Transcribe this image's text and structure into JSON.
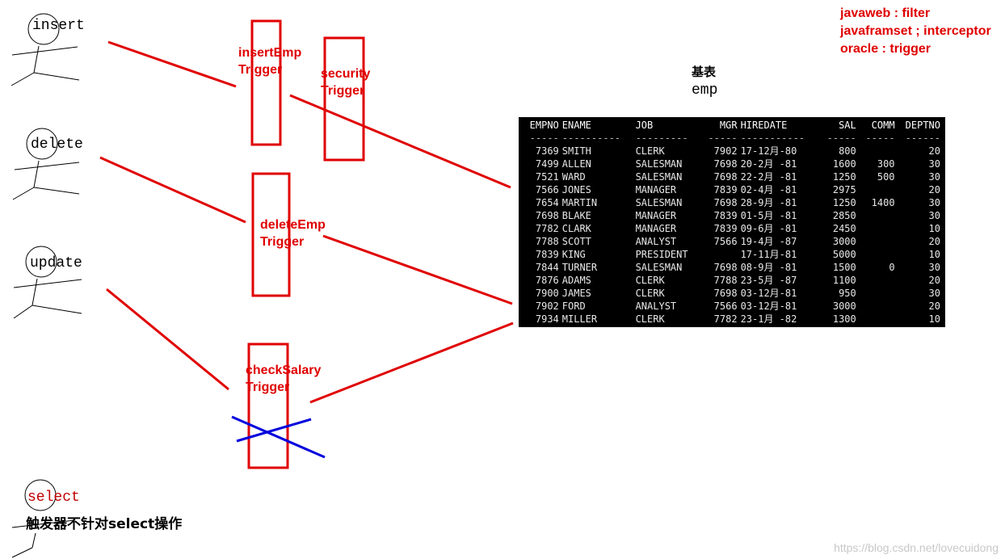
{
  "actors": {
    "insert": "insert",
    "delete": "delete",
    "update": "update",
    "select": "select"
  },
  "triggers": {
    "insert_emp": [
      "insertEmp",
      "Trigger"
    ],
    "security": [
      "security",
      "Trigger"
    ],
    "delete_emp": [
      "deleteEmp",
      "Trigger"
    ],
    "check_salary": [
      "checkSalary",
      "Trigger"
    ]
  },
  "notes": {
    "line1": "javaweb : filter",
    "line2": "javaframset ; interceptor",
    "line3": "oracle : trigger"
  },
  "base_table": {
    "title": "基表",
    "name": "emp"
  },
  "emp": {
    "columns": [
      "EMPNO",
      "ENAME",
      "JOB",
      "MGR",
      "HIREDATE",
      "SAL",
      "COMM",
      "DEPTNO"
    ],
    "dashes": [
      "-----",
      "----------",
      "---------",
      "-----",
      "-----------",
      "-----",
      "-----",
      "------"
    ],
    "rows": [
      [
        "7369",
        "SMITH",
        "CLERK",
        "7902",
        "17-12月-80",
        "800",
        "",
        "20"
      ],
      [
        "7499",
        "ALLEN",
        "SALESMAN",
        "7698",
        "20-2月 -81",
        "1600",
        "300",
        "30"
      ],
      [
        "7521",
        "WARD",
        "SALESMAN",
        "7698",
        "22-2月 -81",
        "1250",
        "500",
        "30"
      ],
      [
        "7566",
        "JONES",
        "MANAGER",
        "7839",
        "02-4月 -81",
        "2975",
        "",
        "20"
      ],
      [
        "7654",
        "MARTIN",
        "SALESMAN",
        "7698",
        "28-9月 -81",
        "1250",
        "1400",
        "30"
      ],
      [
        "7698",
        "BLAKE",
        "MANAGER",
        "7839",
        "01-5月 -81",
        "2850",
        "",
        "30"
      ],
      [
        "7782",
        "CLARK",
        "MANAGER",
        "7839",
        "09-6月 -81",
        "2450",
        "",
        "10"
      ],
      [
        "7788",
        "SCOTT",
        "ANALYST",
        "7566",
        "19-4月 -87",
        "3000",
        "",
        "20"
      ],
      [
        "7839",
        "KING",
        "PRESIDENT",
        "",
        "17-11月-81",
        "5000",
        "",
        "10"
      ],
      [
        "7844",
        "TURNER",
        "SALESMAN",
        "7698",
        "08-9月 -81",
        "1500",
        "0",
        "30"
      ],
      [
        "7876",
        "ADAMS",
        "CLERK",
        "7788",
        "23-5月 -87",
        "1100",
        "",
        "20"
      ],
      [
        "7900",
        "JAMES",
        "CLERK",
        "7698",
        "03-12月-81",
        "950",
        "",
        "30"
      ],
      [
        "7902",
        "FORD",
        "ANALYST",
        "7566",
        "03-12月-81",
        "3000",
        "",
        "20"
      ],
      [
        "7934",
        "MILLER",
        "CLERK",
        "7782",
        "23-1月 -82",
        "1300",
        "",
        "10"
      ]
    ]
  },
  "select_note": "触发器不针对select操作",
  "watermark": "https://blog.csdn.net/lovecuidong",
  "colors": {
    "trigger": "#e00000",
    "cross": "#0000dd",
    "table_bg": "#000000"
  }
}
